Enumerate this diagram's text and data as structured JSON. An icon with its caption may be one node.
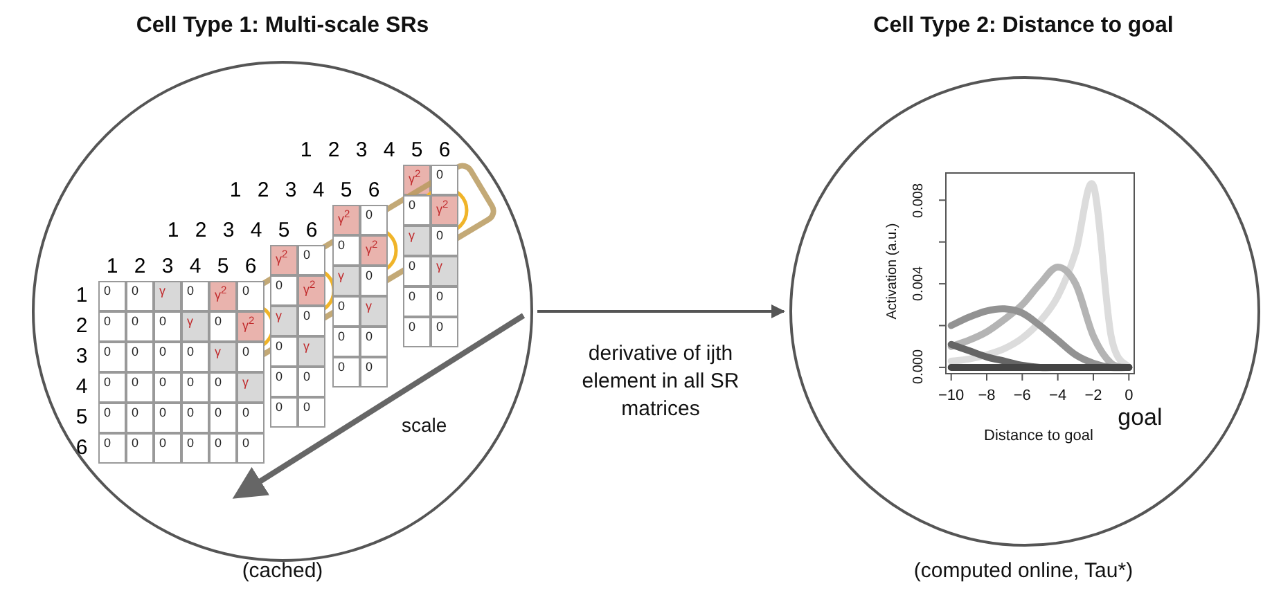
{
  "diagram": {
    "nodes": [
      {
        "text": [
          "Cell Type 1: Multi-scale SRs"
        ],
        "beside": [
          "(cached)"
        ]
      },
      {
        "text": [
          "Cell Type 2: Distance to goal"
        ],
        "beside": [
          "(computed online, Tau*)"
        ]
      }
    ],
    "edges": [
      {
        "from": 0,
        "to": 1,
        "arrow": "to",
        "label": "derivative of ijth element in all SR matrices"
      }
    ],
    "labels": [
      "1",
      "2",
      "3",
      "4",
      "5",
      "6",
      "γ$^{2}$",
      "0",
      "0",
      "γ$^{2}$",
      "γ",
      "0",
      "0",
      "γ",
      "0",
      "0",
      "0",
      "0",
      "1",
      "2",
      "3",
      "4",
      "5",
      "6",
      "γ$^{2}$",
      "0",
      "0",
      "γ$^{2}$",
      "γ",
      "0",
      "0",
      "γ",
      "0",
      "0",
      "0",
      "0",
      "1",
      "2",
      "3",
      "4",
      "5",
      "6",
      "γ$^{2}$",
      "0",
      "0",
      "γ$^{2}$",
      "γ",
      "0",
      "0",
      "γ",
      "0",
      "0",
      "0",
      "0",
      "1",
      "2",
      "3",
      "4",
      "5",
      "6",
      "1",
      "0",
      "0",
      "γ",
      "0",
      "γ$^{2}$",
      "0",
      "2",
      "0",
      "0",
      "0",
      "γ",
      "0",
      "γ$^{2}$",
      "3",
      "0",
      "0",
      "0",
      "0",
      "γ",
      "0",
      "4",
      "0",
      "0",
      "0",
      "0",
      "0",
      "γ",
      "5",
      "0",
      "0",
      "0",
      "0",
      "0",
      "0",
      "6",
      "0",
      "0",
      "0",
      "0",
      "0",
      "0",
      "scale"
    ],
    "chart_data": {
      "type": "line",
      "xlabel": "Distance to goal",
      "ylabel": "Activation (a.u.)",
      "x": [
        -10,
        -9,
        -8,
        -7,
        -6,
        -5,
        -4,
        -3,
        -2,
        -1,
        0
      ],
      "series": [
        {
          "color": "#dcdcdc",
          "values": [
            0.0003,
            0.0004,
            0.0006,
            0.0009,
            0.0014,
            0.0022,
            0.0034,
            0.0055,
            0.0087,
            0.0015,
            0.0
          ]
        },
        {
          "color": "#b4b4b4",
          "values": [
            0.001,
            0.0013,
            0.0017,
            0.0023,
            0.003,
            0.004,
            0.0048,
            0.004,
            0.0015,
            0.0002,
            0.0
          ]
        },
        {
          "color": "#929292",
          "values": [
            0.002,
            0.0024,
            0.0027,
            0.0028,
            0.0026,
            0.002,
            0.0013,
            0.0006,
            0.0002,
            0.0,
            0.0
          ]
        },
        {
          "color": "#656565",
          "values": [
            0.0011,
            0.0008,
            0.0005,
            0.0003,
            0.0001,
            0.0,
            0.0,
            0.0,
            0.0,
            0.0,
            0.0
          ]
        },
        {
          "color": "#444444",
          "values": [
            0.0,
            0.0,
            0.0,
            0.0,
            0.0,
            0.0,
            0.0,
            0.0,
            0.0,
            0.0,
            0.0
          ]
        }
      ],
      "xlim": [
        -10.3,
        0.3
      ],
      "ylim": [
        -0.0003,
        0.0093
      ],
      "xticks": [
        {
          "value": -10,
          "label": "−10"
        },
        {
          "value": -8,
          "label": "−8"
        },
        {
          "value": -6,
          "label": "−6"
        },
        {
          "value": -4,
          "label": "−4"
        },
        {
          "value": -2,
          "label": "−2"
        },
        {
          "value": 0,
          "label": "0"
        }
      ],
      "yticks": [
        {
          "value": 0,
          "label": "0.000"
        },
        {
          "value": 0.004,
          "label": "0.004"
        },
        {
          "value": 0.008,
          "label": "0.008"
        }
      ],
      "annotations": [
        {
          "text": "goal",
          "x": 0
        }
      ]
    }
  }
}
